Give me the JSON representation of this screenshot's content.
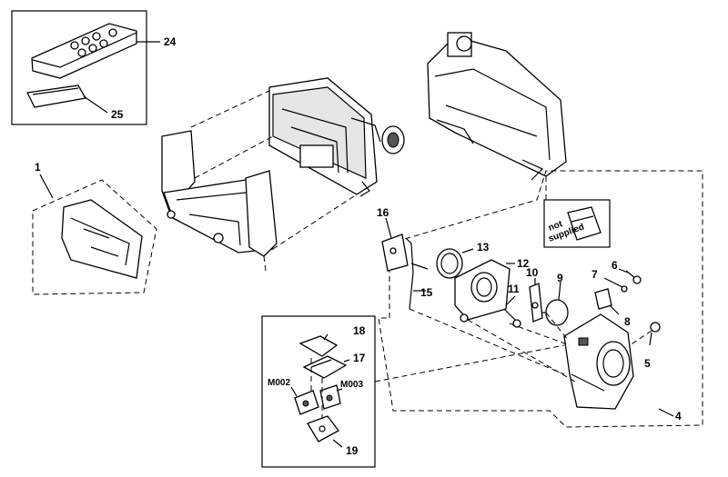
{
  "callouts": {
    "c1": "1",
    "c4": "4",
    "c5": "5",
    "c6": "6",
    "c7": "7",
    "c8": "8",
    "c9": "9",
    "c10": "10",
    "c11": "11",
    "c12": "12",
    "c13": "13",
    "c15": "15",
    "c16": "16",
    "c17": "17",
    "c18": "18",
    "c19": "19",
    "c24": "24",
    "c25": "25",
    "m002": "M002",
    "m003": "M003"
  },
  "note": {
    "line1": "not",
    "line2": "supplied"
  }
}
